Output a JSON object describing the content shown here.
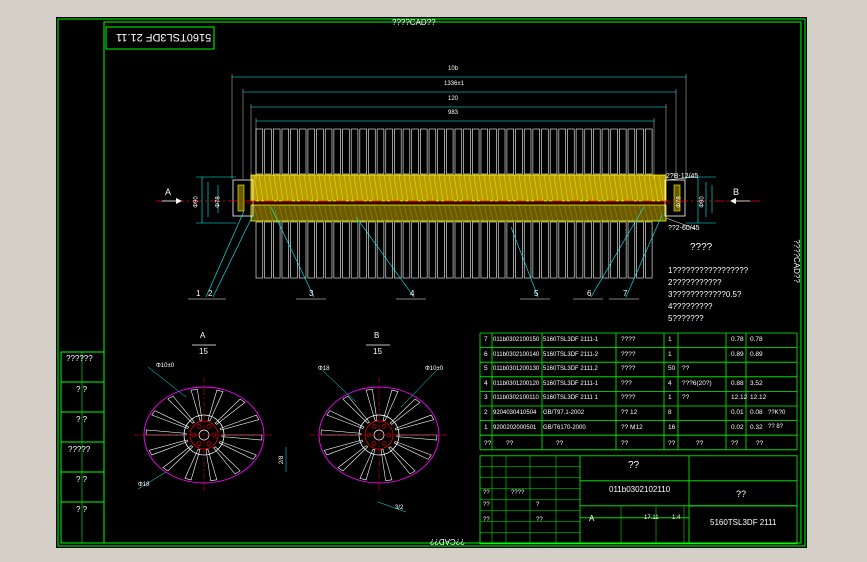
{
  "sheet": {
    "top_title": "????CAD??",
    "bottom_title": "??CAD??",
    "right_title": "????CAD??",
    "drawing_no_mirrored": "5160TSL3DF 21.11"
  },
  "dimensions": {
    "d1": "10b",
    "d2": "1336±1",
    "d3": "120",
    "d4": "983",
    "left_dia_1": "Φ90",
    "left_dia_2": "Φ78",
    "right_dia_1": "Φ78",
    "right_dia_2": "Φ90",
    "chamfer_1": "2?B-12/45",
    "chamfer_2": "??2-60/45",
    "section_a_hole": "Φ10±0",
    "section_a_dia": "Φ18",
    "section_a_small": "2/8",
    "section_b_hole_1": "Φ18",
    "section_b_hole_2": "Φ10±0",
    "section_b_small": "3/2"
  },
  "views": {
    "arrow_a": "A",
    "arrow_b": "B",
    "section_a_label": "A",
    "section_a_scale": "15",
    "section_b_label": "B",
    "section_b_scale": "15"
  },
  "callouts": [
    "1",
    "2",
    "3",
    "4",
    "5",
    "6",
    "7"
  ],
  "notes": {
    "title": "????",
    "lines": [
      "1?????????????????",
      "2???????????",
      "3????????????0.5?",
      "4?????????",
      "5???????"
    ]
  },
  "bom": {
    "rows": [
      {
        "no": "7",
        "code": "011b0302100150",
        "spec": "5160TSL3DF 2111-1",
        "name": "????",
        "qty": "1",
        "mat": "",
        "w1": "0.78",
        "w2": "0.78"
      },
      {
        "no": "6",
        "code": "011b0302100140",
        "spec": "5160TSL3DF 2111-2",
        "name": "????",
        "qty": "1",
        "mat": "",
        "w1": "0.89",
        "w2": "0.89"
      },
      {
        "no": "5",
        "code": "011b0301200130",
        "spec": "5160TSL3DF 2111.2",
        "name": "????",
        "qty": "50",
        "mat": "??",
        "w1": "",
        "w2": ""
      },
      {
        "no": "4",
        "code": "011b0301200120",
        "spec": "5160TSL3DF 2111-1",
        "name": "???",
        "qty": "4",
        "mat": "???6(20?)",
        "w1": "0.88",
        "w2": "3.52"
      },
      {
        "no": "3",
        "code": "011b0302100110",
        "spec": "5160TSL3DF 2111 1",
        "name": "????",
        "qty": "1",
        "mat": "??",
        "w1": "12.12",
        "w2": "12.12"
      },
      {
        "no": "2",
        "code": "9204030410504",
        "spec": "GB/T97.1-2002",
        "name": "?? 12",
        "qty": "8",
        "mat": "",
        "w1": "0.01",
        "w2": "0.08"
      },
      {
        "no": "1",
        "code": "9200202000501",
        "spec": "GB/T6170-2000",
        "name": "?? M12",
        "qty": "16",
        "mat": "",
        "w1": "0.02",
        "w2": "0.32"
      }
    ],
    "header": [
      "??",
      "??",
      "??",
      "??",
      "??",
      "??",
      "??",
      "??"
    ],
    "extra_w2_row2": "??K?0",
    "extra_w2_row1": "?? 8?"
  },
  "title_block": {
    "name": "??",
    "code": "011b0302102110",
    "drawing_no": "5160TSL3DF 2111",
    "material": "??",
    "scale_label": "A",
    "sheet_weight": "17.11",
    "sheet_scale": "1:4",
    "cells": [
      "??",
      "??",
      "????",
      "?",
      "??",
      "??"
    ]
  },
  "left_panel": [
    "??????",
    "? ?",
    "? ?",
    "?????",
    "? ?",
    "? ?"
  ],
  "colors": {
    "frame": "#00ff00",
    "dim": "#00ffff",
    "body": "#ffff00",
    "center": "#ff0000",
    "outline": "#ffffff",
    "hub": "#ff00ff"
  }
}
